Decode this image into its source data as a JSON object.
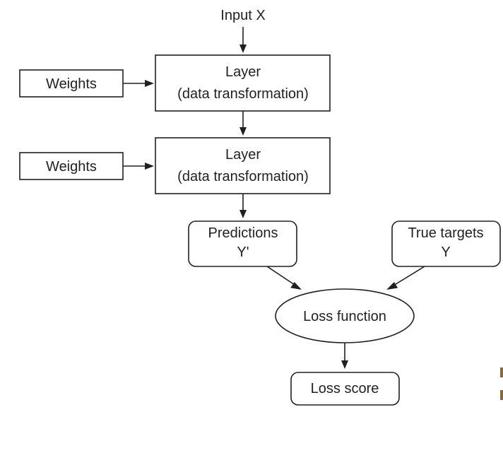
{
  "diagram": {
    "input_label": "Input X",
    "layer1": {
      "title": "Layer",
      "subtitle": "(data transformation)"
    },
    "weights1_label": "Weights",
    "layer2": {
      "title": "Layer",
      "subtitle": "(data transformation)"
    },
    "weights2_label": "Weights",
    "predictions": {
      "title": "Predictions",
      "symbol": "Y'"
    },
    "true_targets": {
      "title": "True targets",
      "symbol": "Y"
    },
    "loss_function_label": "Loss function",
    "loss_score_label": "Loss score"
  },
  "colors": {
    "stroke": "#231f20",
    "text": "#231f20",
    "background": "#ffffff",
    "edge_mark": "#8a6a3a"
  }
}
